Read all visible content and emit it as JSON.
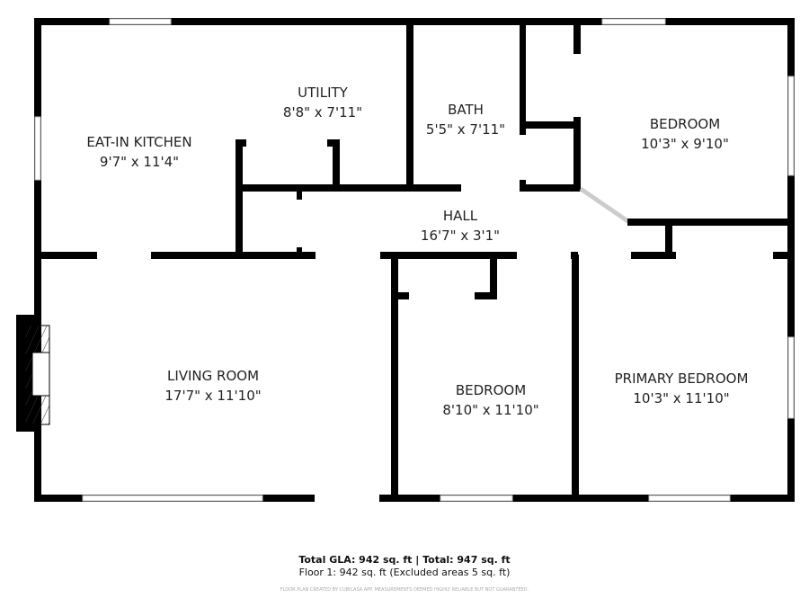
{
  "rooms": [
    {
      "name": "EAT-IN KITCHEN",
      "size": "9'7\" x 11'4\""
    },
    {
      "name": "UTILITY",
      "size": "8'8\" x 7'11\""
    },
    {
      "name": "BATH",
      "size": "5'5\" x 7'11\""
    },
    {
      "name": "BEDROOM",
      "size": "10'3\" x 9'10\""
    },
    {
      "name": "HALL",
      "size": "16'7\" x 3'1\""
    },
    {
      "name": "LIVING ROOM",
      "size": "17'7\" x 11'10\""
    },
    {
      "name": "BEDROOM",
      "size": "8'10\" x 11'10\""
    },
    {
      "name": "PRIMARY BEDROOM",
      "size": "10'3\" x 11'10\""
    }
  ],
  "footer": {
    "totals": "Total GLA: 942 sq. ft | Total: 947 sq. ft",
    "floor": "Floor 1: 942 sq. ft (Excluded areas 5 sq. ft)",
    "disclaimer": "FLOOR PLAN CREATED BY CUBICASA APP. MEASUREMENTS DEEMED HIGHLY RELIABLE BUT NOT GUARANTEED."
  }
}
